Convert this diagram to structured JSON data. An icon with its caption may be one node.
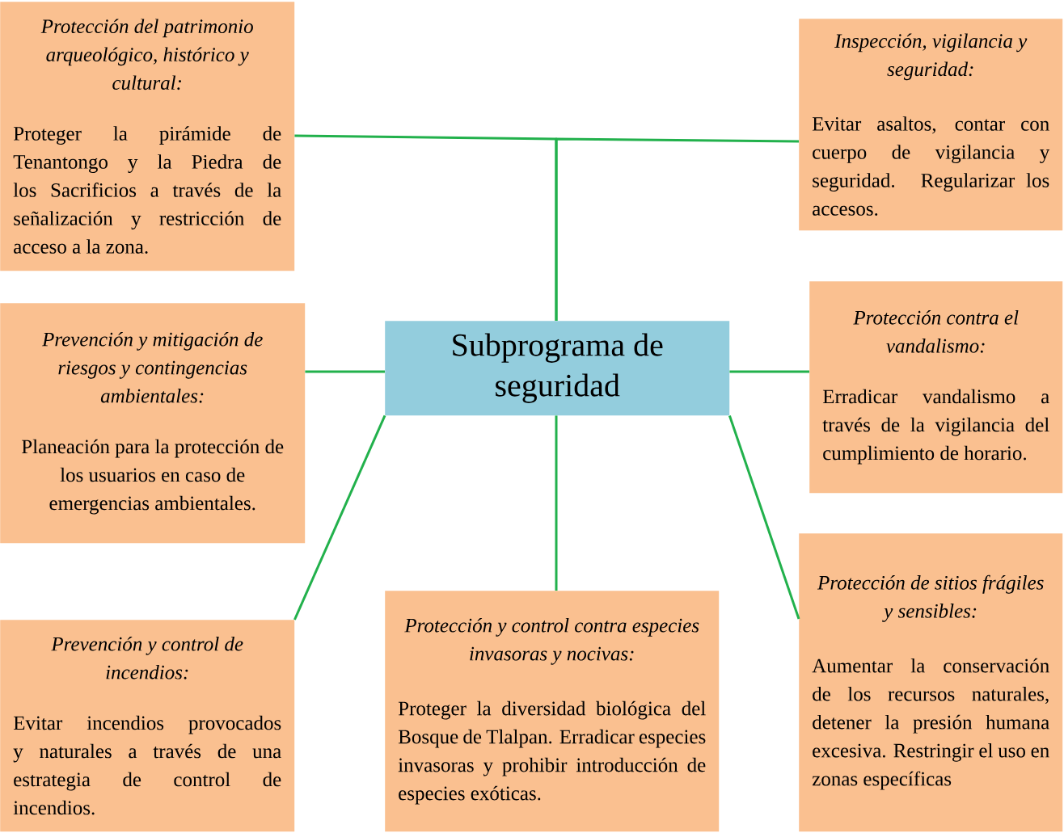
{
  "diagram": {
    "nodes": [
      {
        "text": [
          "Subprograma de seguridad"
        ]
      },
      {
        "text": [
          "Protección del patrimonio arqueológico, histórico y cultural:",
          "Proteger la pirámide de Tenantongo y la Piedra de los Sacrificios a través de la señalización y restricción de acceso a la zona."
        ]
      },
      {
        "text": [
          "Inspección, vigilancia y seguridad:",
          "Evitar asaltos, contar con cuerpo de vigilancia y seguridad. Regularizar los accesos."
        ]
      },
      {
        "text": [
          "Prevención y mitigación de riesgos y contingencias ambientales:",
          "Planeación para la protección de los usuarios en caso de emergencias ambientales."
        ]
      },
      {
        "text": [
          "Protección contra el vandalismo:",
          "Erradicar vandalismo a través de la vigilancia del cumplimiento de horario."
        ]
      },
      {
        "text": [
          "Prevención y control de incendios:",
          "Evitar incendios provocados y naturales a través de una estrategia de control de incendios."
        ]
      },
      {
        "text": [
          "Protección y control contra especies invasoras y nocivas:",
          "Proteger la diversidad biológica del Bosque de Tlalpan. Erradicar especies invasoras y prohibir introducción de especies exóticas."
        ]
      },
      {
        "text": [
          "Protección de sitios frágiles y sensibles:",
          "Aumentar la conservación de los recursos naturales, detener la presión humana excesiva. Restringir el uso en zonas específicas"
        ]
      }
    ],
    "edges": [
      {
        "from": 0,
        "to": 1,
        "arrow": "none"
      },
      {
        "from": 0,
        "to": 2,
        "arrow": "none"
      },
      {
        "from": 0,
        "to": 3,
        "arrow": "none"
      },
      {
        "from": 0,
        "to": 4,
        "arrow": "none"
      },
      {
        "from": 0,
        "to": 5,
        "arrow": "none"
      },
      {
        "from": 0,
        "to": 6,
        "arrow": "none"
      },
      {
        "from": 0,
        "to": 7,
        "arrow": "none"
      }
    ]
  }
}
